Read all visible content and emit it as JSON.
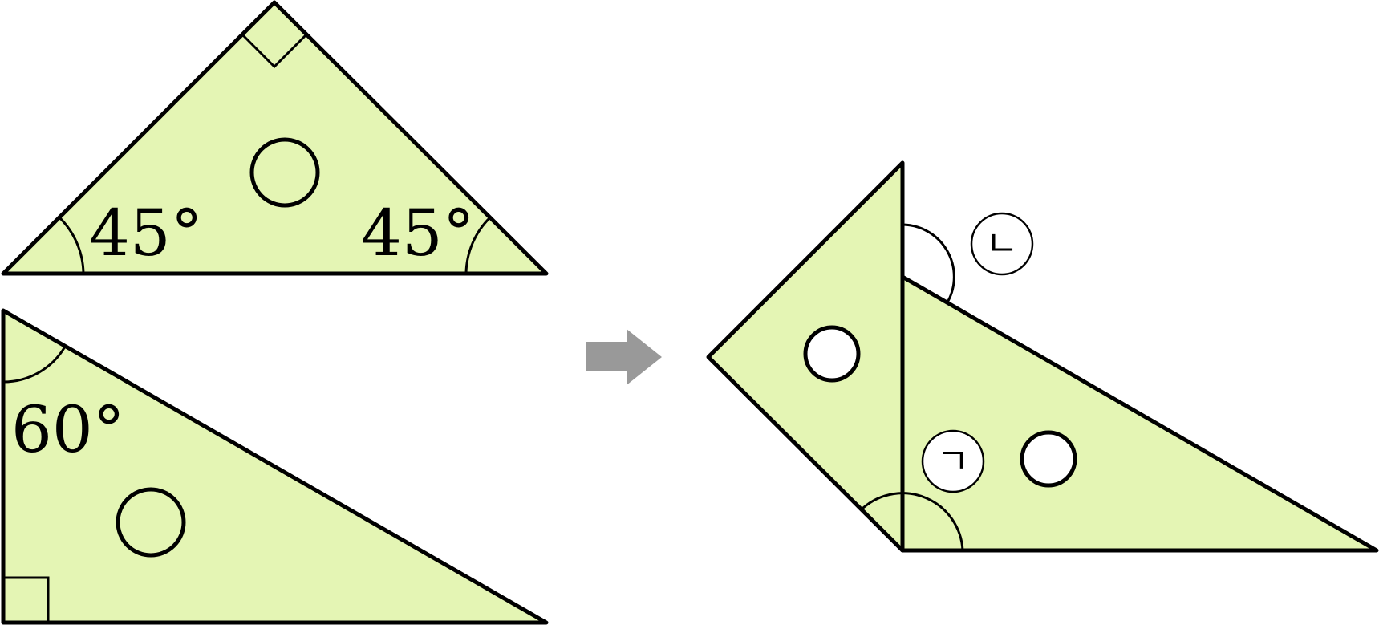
{
  "colors": {
    "triangle_fill": "#e4f5b4",
    "outline": "#000000",
    "arrow": "#999999",
    "background": "#ffffff"
  },
  "top_triangle": {
    "left_angle": "45°",
    "right_angle": "45°",
    "top_angle_marker": "right-angle-square",
    "center_marker": "circle"
  },
  "bottom_triangle": {
    "top_angle": "60°",
    "bottom_left_angle_marker": "right-angle-square",
    "center_marker": "circle"
  },
  "transition": {
    "icon": "right-arrow-icon"
  },
  "combined_figure": {
    "angle_a_label": "ㄱ",
    "angle_b_label": "ㄴ",
    "markers": [
      "filled-circle",
      "filled-circle"
    ]
  }
}
